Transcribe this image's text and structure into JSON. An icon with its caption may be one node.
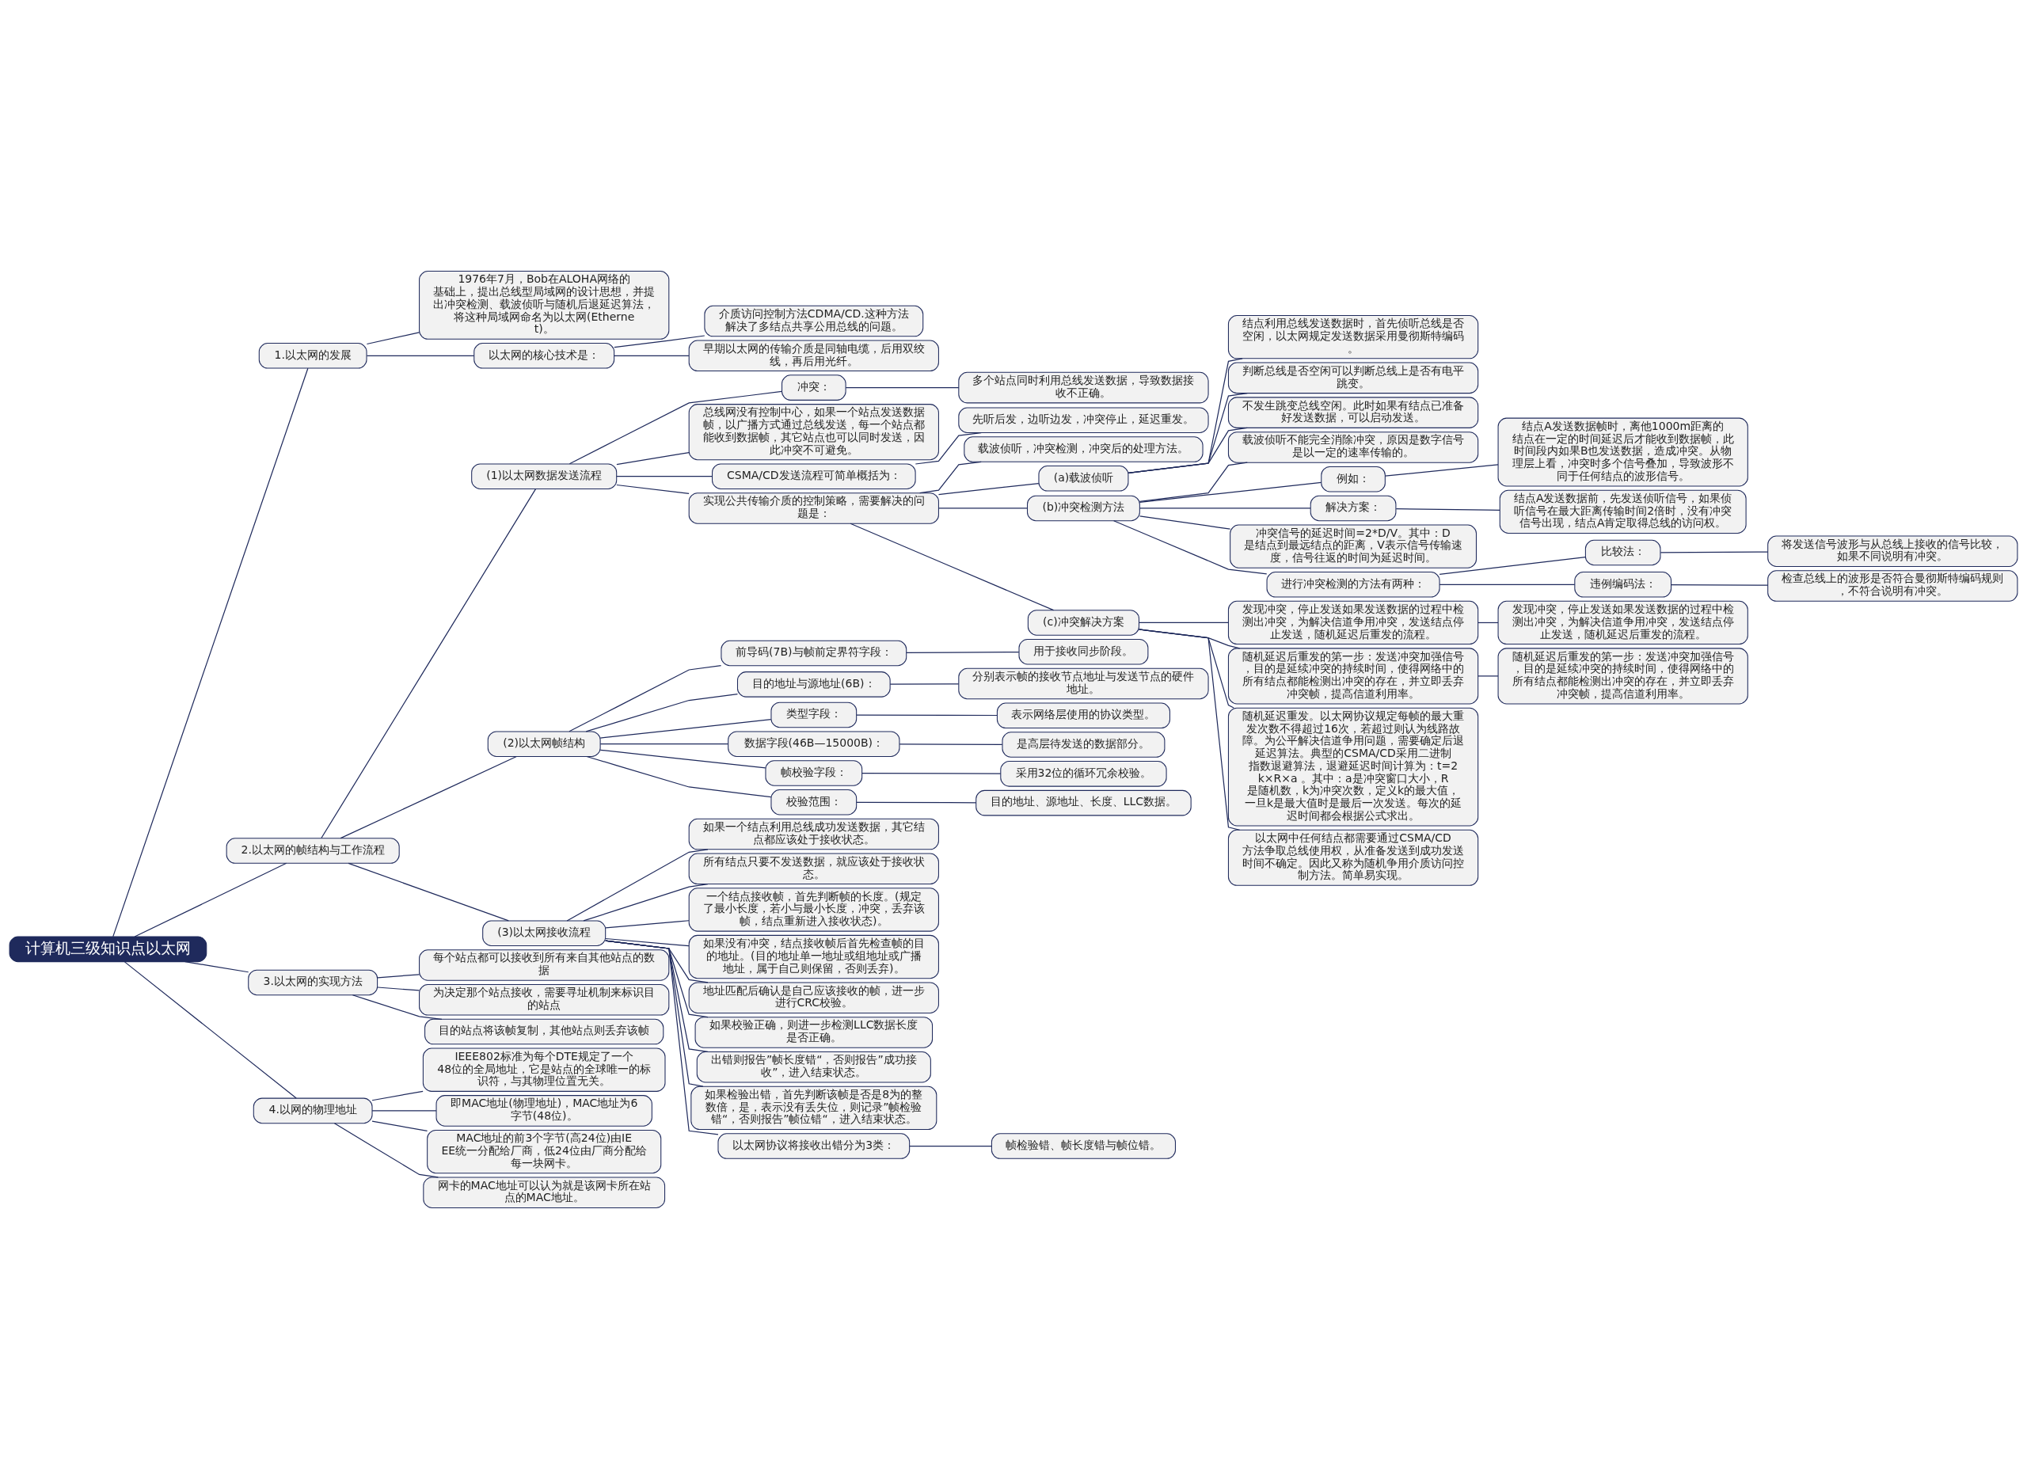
{
  "diagram": {
    "nodes": [
      {
        "text": [
          "计算机三级知识点以太网"
        ]
      },
      {
        "text": [
          "1.以太网的发展"
        ]
      },
      {
        "text": [
          "1976年7月，Bob在ALOHA网络的基础上，提出总线型局域网的设计思想，并提出冲突检测、载波侦听与随机后退延迟算法，将这种局域网命名为以太网(Ethernet)。"
        ]
      },
      {
        "text": [
          "以太网的核心技术是："
        ]
      },
      {
        "text": [
          "介质访问控制方法CDMA/CD.这种方法解决了多结点共享公用总线的问题。"
        ]
      },
      {
        "text": [
          "早期以太网的传输介质是同轴电缆，后用双绞线，再后用光纤。"
        ]
      },
      {
        "text": [
          "2.以太网的帧结构与工作流程"
        ]
      },
      {
        "text": [
          "(1)以太网数据发送流程"
        ]
      },
      {
        "text": [
          "冲突："
        ]
      },
      {
        "text": [
          "多个站点同时利用总线发送数据，导致数据接收不正确。"
        ]
      },
      {
        "text": [
          "总线网没有控制中心，如果一个站点发送数据帧，以广播方式通过总线发送，每一个站点都能收到数据帧，其它站点也可以同时发送，因此冲突不可避免。"
        ]
      },
      {
        "text": [
          "CSMA/CD发送流程可简单概括为："
        ]
      },
      {
        "text": [
          "先听后发，边听边发，冲突停止，延迟重发。"
        ]
      },
      {
        "text": [
          "实现公共传输介质的控制策略，需要解决的问题是："
        ]
      },
      {
        "text": [
          "载波侦听，冲突检测，冲突后的处理方法。"
        ]
      },
      {
        "text": [
          "(a)载波侦听"
        ]
      },
      {
        "text": [
          "结点利用总线发送数据时，首先侦听总线是否空闲，以太网规定发送数据采用曼彻斯特编码。"
        ]
      },
      {
        "text": [
          "判断总线是否空闲可以判断总线上是否有电平跳变。"
        ]
      },
      {
        "text": [
          "不发生跳变总线空闲。此时如果有结点已准备好发送数据，可以启动发送。"
        ]
      },
      {
        "text": [
          "(b)冲突检测方法"
        ]
      },
      {
        "text": [
          "载波侦听不能完全消除冲突，原因是数字信号是以一定的速率传输的。"
        ]
      },
      {
        "text": [
          "例如："
        ]
      },
      {
        "text": [
          "结点A发送数据帧时，离他1000m距离的结点在一定的时间延迟后才能收到数据帧，此时间段内如果B也发送数据，造成冲突。从物理层上看，冲突时多个信号叠加，导致波形不同于任何结点的波形信号。"
        ]
      },
      {
        "text": [
          "解决方案："
        ]
      },
      {
        "text": [
          "结点A发送数据前，先发送侦听信号，如果侦听信号在最大距离传输时间2倍时，没有冲突信号出现，结点A肯定取得总线的访问权。"
        ]
      },
      {
        "text": [
          "冲突信号的延迟时间=2*D/V。其中：D是结点到最远结点的距离，V表示信号传输速度，信号往返的时间为延迟时间。"
        ]
      },
      {
        "text": [
          "进行冲突检测的方法有两种："
        ]
      },
      {
        "text": [
          "比较法："
        ]
      },
      {
        "text": [
          "将发送信号波形与从总线上接收的信号比较，如果不同说明有冲突。"
        ]
      },
      {
        "text": [
          "违例编码法："
        ]
      },
      {
        "text": [
          "检查总线上的波形是否符合曼彻斯特编码规则，不符合说明有冲突。"
        ]
      },
      {
        "text": [
          "(c)冲突解决方案"
        ]
      },
      {
        "text": [
          "发现冲突，停止发送如果发送数据的过程中检测出冲突，为解决信道争用冲突，发送结点停止发送，随机延迟后重发的流程。"
        ]
      },
      {
        "text": [
          "发现冲突，停止发送如果发送数据的过程中检测出冲突，为解决信道争用冲突，发送结点停止发送，随机延迟后重发的流程。"
        ]
      },
      {
        "text": [
          "随机延迟后重发的第一步：发送冲突加强信号，目的是延续冲突的持续时间，使得网络中的所有结点都能检测出冲突的存在，并立即丢弃冲突帧，提高信道利用率。"
        ]
      },
      {
        "text": [
          "随机延迟后重发的第一步：发送冲突加强信号，目的是延续冲突的持续时间，使得网络中的所有结点都能检测出冲突的存在，并立即丢弃冲突帧，提高信道利用率。"
        ]
      },
      {
        "text": [
          "随机延迟重发。以太网协议规定每帧的最大重发次数不得超过16次，若超过则认为线路故障。为公平解决信道争用问题，需要确定后退延迟算法。典型的CSMA/CD采用二进制指数退避算法，退避延迟时间计算为：t=2k×R×a 。其中：a是冲突窗口大小，R是随机数，k为冲突次数，定义k的最大值，一旦k是最大值时是最后一次发送。每次的延迟时间都会根据公式求出。"
        ]
      },
      {
        "text": [
          "以太网中任何结点都需要通过CSMA/CD方法争取总线使用权，从准备发送到成功发送时间不确定。因此又称为随机争用介质访问控制方法。简单易实现。"
        ]
      },
      {
        "text": [
          "(2)以太网帧结构"
        ]
      },
      {
        "text": [
          "前导码(7B)与帧前定界符字段："
        ]
      },
      {
        "text": [
          "用于接收同步阶段。"
        ]
      },
      {
        "text": [
          "目的地址与源地址(6B)："
        ]
      },
      {
        "text": [
          "分别表示帧的接收节点地址与发送节点的硬件地址。"
        ]
      },
      {
        "text": [
          "类型字段："
        ]
      },
      {
        "text": [
          "表示网络层使用的协议类型。"
        ]
      },
      {
        "text": [
          "数据字段(46B—15000B)："
        ]
      },
      {
        "text": [
          "是高层待发送的数据部分。"
        ]
      },
      {
        "text": [
          "帧校验字段："
        ]
      },
      {
        "text": [
          "采用32位的循环冗余校验。"
        ]
      },
      {
        "text": [
          "校验范围："
        ]
      },
      {
        "text": [
          "目的地址、源地址、长度、LLC数据。"
        ]
      },
      {
        "text": [
          "(3)以太网接收流程"
        ]
      },
      {
        "text": [
          "如果一个结点利用总线成功发送数据，其它结点都应该处于接收状态。"
        ]
      },
      {
        "text": [
          "所有结点只要不发送数据，就应该处于接收状态。"
        ]
      },
      {
        "text": [
          "一个结点接收帧，首先判断帧的长度。(规定了最小长度，若小与最小长度，冲突，丢弃该帧，结点重新进入接收状态)。"
        ]
      },
      {
        "text": [
          "如果没有冲突，结点接收帧后首先检查帧的目的地址。(目的地址单一地址或组地址或广播地址，属于自己则保留，否则丢弃)。"
        ]
      },
      {
        "text": [
          "地址匹配后确认是自己应该接收的帧，进一步进行CRC校验。"
        ]
      },
      {
        "text": [
          "如果校验正确，则进一步检测LLC数据长度是否正确。"
        ]
      },
      {
        "text": [
          "出错则报告”帧长度错“，否则报告”成功接收”，进入结束状态。"
        ]
      },
      {
        "text": [
          "如果检验出错，首先判断该帧是否是8为的整数倍，是，表示没有丢失位，则记录”帧检验错“，否则报告”帧位错“，进入结束状态。"
        ]
      },
      {
        "text": [
          "以太网协议将接收出错分为3类："
        ]
      },
      {
        "text": [
          "帧检验错、帧长度错与帧位错。"
        ]
      },
      {
        "text": [
          "3.以太网的实现方法"
        ]
      },
      {
        "text": [
          "每个站点都可以接收到所有来自其他站点的数据"
        ]
      },
      {
        "text": [
          "为决定那个站点接收，需要寻址机制来标识目的站点"
        ]
      },
      {
        "text": [
          "目的站点将该帧复制，其他站点则丢弃该帧"
        ]
      },
      {
        "text": [
          "4.以网的物理地址"
        ]
      },
      {
        "text": [
          "IEEE802标准为每个DTE规定了一个48位的全局地址，它是站点的全球唯一的标识符，与其物理位置无关。"
        ]
      },
      {
        "text": [
          "即MAC地址(物理地址)，MAC地址为6字节(48位)。"
        ]
      },
      {
        "text": [
          "MAC地址的前3个字节(高24位)由IEEE统一分配给厂商，低24位由厂商分配给每一块网卡。"
        ]
      },
      {
        "text": [
          "网卡的MAC地址可以认为就是该网卡所在站点的MAC地址。"
        ]
      }
    ],
    "edges": [
      {
        "from": 0,
        "to": 1,
        "arrow": "none"
      },
      {
        "from": 1,
        "to": 2,
        "arrow": "none"
      },
      {
        "from": 1,
        "to": 3,
        "arrow": "none"
      },
      {
        "from": 3,
        "to": 4,
        "arrow": "none"
      },
      {
        "from": 3,
        "to": 5,
        "arrow": "none"
      },
      {
        "from": 0,
        "to": 6,
        "arrow": "none"
      },
      {
        "from": 6,
        "to": 7,
        "arrow": "none"
      },
      {
        "from": 7,
        "to": 8,
        "arrow": "none"
      },
      {
        "from": 8,
        "to": 9,
        "arrow": "none"
      },
      {
        "from": 7,
        "to": 10,
        "arrow": "none"
      },
      {
        "from": 7,
        "to": 11,
        "arrow": "none"
      },
      {
        "from": 11,
        "to": 12,
        "arrow": "none"
      },
      {
        "from": 7,
        "to": 13,
        "arrow": "none"
      },
      {
        "from": 13,
        "to": 14,
        "arrow": "none"
      },
      {
        "from": 13,
        "to": 15,
        "arrow": "none"
      },
      {
        "from": 15,
        "to": 16,
        "arrow": "none"
      },
      {
        "from": 15,
        "to": 17,
        "arrow": "none"
      },
      {
        "from": 15,
        "to": 18,
        "arrow": "none"
      },
      {
        "from": 13,
        "to": 19,
        "arrow": "none"
      },
      {
        "from": 19,
        "to": 20,
        "arrow": "none"
      },
      {
        "from": 19,
        "to": 21,
        "arrow": "none"
      },
      {
        "from": 21,
        "to": 22,
        "arrow": "none"
      },
      {
        "from": 19,
        "to": 23,
        "arrow": "none"
      },
      {
        "from": 23,
        "to": 24,
        "arrow": "none"
      },
      {
        "from": 19,
        "to": 25,
        "arrow": "none"
      },
      {
        "from": 19,
        "to": 26,
        "arrow": "none"
      },
      {
        "from": 26,
        "to": 27,
        "arrow": "none"
      },
      {
        "from": 27,
        "to": 28,
        "arrow": "none"
      },
      {
        "from": 26,
        "to": 29,
        "arrow": "none"
      },
      {
        "from": 29,
        "to": 30,
        "arrow": "none"
      },
      {
        "from": 13,
        "to": 31,
        "arrow": "none"
      },
      {
        "from": 31,
        "to": 32,
        "arrow": "none"
      },
      {
        "from": 32,
        "to": 33,
        "arrow": "none"
      },
      {
        "from": 31,
        "to": 34,
        "arrow": "none"
      },
      {
        "from": 34,
        "to": 35,
        "arrow": "none"
      },
      {
        "from": 31,
        "to": 36,
        "arrow": "none"
      },
      {
        "from": 31,
        "to": 37,
        "arrow": "none"
      },
      {
        "from": 6,
        "to": 38,
        "arrow": "none"
      },
      {
        "from": 38,
        "to": 39,
        "arrow": "none"
      },
      {
        "from": 39,
        "to": 40,
        "arrow": "none"
      },
      {
        "from": 38,
        "to": 41,
        "arrow": "none"
      },
      {
        "from": 41,
        "to": 42,
        "arrow": "none"
      },
      {
        "from": 38,
        "to": 43,
        "arrow": "none"
      },
      {
        "from": 43,
        "to": 44,
        "arrow": "none"
      },
      {
        "from": 38,
        "to": 45,
        "arrow": "none"
      },
      {
        "from": 45,
        "to": 46,
        "arrow": "none"
      },
      {
        "from": 38,
        "to": 47,
        "arrow": "none"
      },
      {
        "from": 47,
        "to": 48,
        "arrow": "none"
      },
      {
        "from": 38,
        "to": 49,
        "arrow": "none"
      },
      {
        "from": 49,
        "to": 50,
        "arrow": "none"
      },
      {
        "from": 6,
        "to": 51,
        "arrow": "none"
      },
      {
        "from": 51,
        "to": 52,
        "arrow": "none"
      },
      {
        "from": 51,
        "to": 53,
        "arrow": "none"
      },
      {
        "from": 51,
        "to": 54,
        "arrow": "none"
      },
      {
        "from": 51,
        "to": 55,
        "arrow": "none"
      },
      {
        "from": 51,
        "to": 56,
        "arrow": "none"
      },
      {
        "from": 51,
        "to": 57,
        "arrow": "none"
      },
      {
        "from": 51,
        "to": 58,
        "arrow": "none"
      },
      {
        "from": 51,
        "to": 59,
        "arrow": "none"
      },
      {
        "from": 51,
        "to": 60,
        "arrow": "none"
      },
      {
        "from": 60,
        "to": 61,
        "arrow": "none"
      },
      {
        "from": 0,
        "to": 62,
        "arrow": "none"
      },
      {
        "from": 62,
        "to": 63,
        "arrow": "none"
      },
      {
        "from": 62,
        "to": 64,
        "arrow": "none"
      },
      {
        "from": 62,
        "to": 65,
        "arrow": "none"
      },
      {
        "from": 0,
        "to": 66,
        "arrow": "none"
      },
      {
        "from": 66,
        "to": 67,
        "arrow": "none"
      },
      {
        "from": 66,
        "to": 68,
        "arrow": "none"
      },
      {
        "from": 66,
        "to": 69,
        "arrow": "none"
      },
      {
        "from": 66,
        "to": 70,
        "arrow": "none"
      }
    ]
  }
}
